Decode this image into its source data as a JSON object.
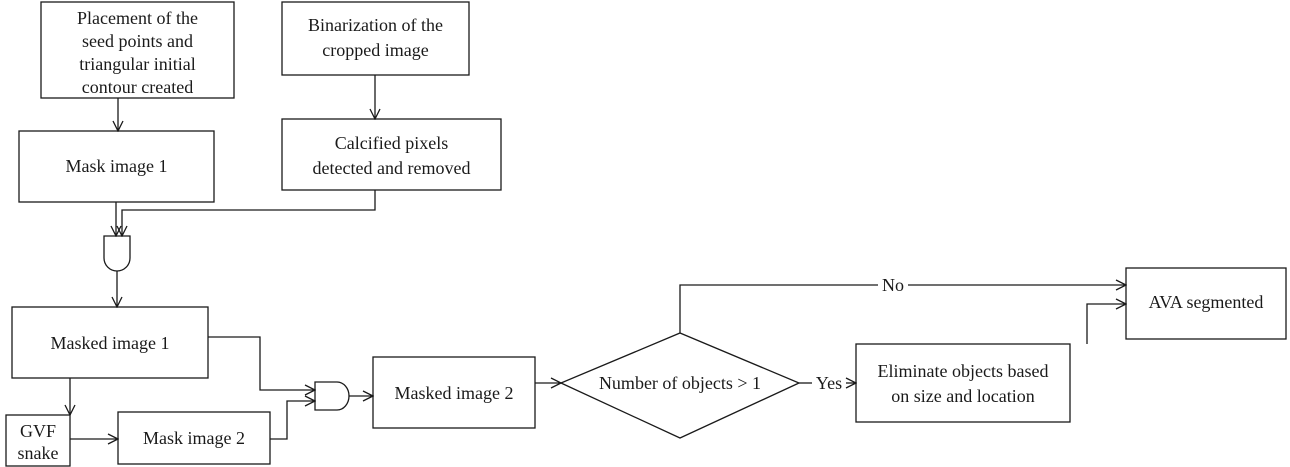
{
  "nodes": {
    "seed_points": [
      "Placement of the",
      "seed points and",
      "triangular initial",
      "contour created"
    ],
    "binarization": [
      "Binarization of the",
      "cropped image"
    ],
    "mask_image_1": [
      "Mask image 1"
    ],
    "calcified": [
      "Calcified pixels",
      "detected and removed"
    ],
    "masked_image_1": [
      "Masked image 1"
    ],
    "gvf_snake": [
      "GVF",
      "snake"
    ],
    "mask_image_2": [
      "Mask image 2"
    ],
    "masked_image_2": [
      "Masked image 2"
    ],
    "decision": [
      "Number of objects > 1"
    ],
    "eliminate": [
      "Eliminate objects based",
      "on size and location"
    ],
    "ava_segmented": [
      "AVA segmented"
    ]
  },
  "edge_labels": {
    "no": "No",
    "yes": "Yes"
  }
}
